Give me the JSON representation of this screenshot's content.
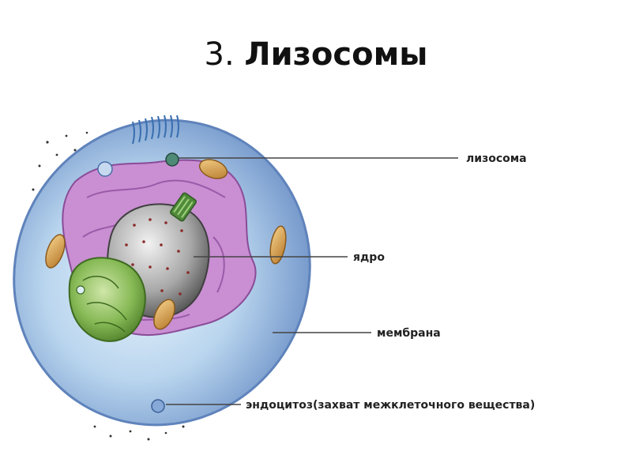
{
  "title": {
    "number": "3.",
    "word": "Лизосомы"
  },
  "labels": {
    "lysosome": "лизосома",
    "nucleus": "ядро",
    "membrane": "мембрана",
    "endocytosis": "эндоцитоз(захват межклеточного вещества)"
  },
  "colors": {
    "cytoplasm": "#9fc3e6",
    "membrane": "#6f93c8",
    "reticulum": "#c87fd0",
    "nucleus": "#8c8c8c",
    "chloroplast_like_body": "#7fb24a",
    "mitochondria": "#d7a04a",
    "leader_line": "#444444"
  }
}
